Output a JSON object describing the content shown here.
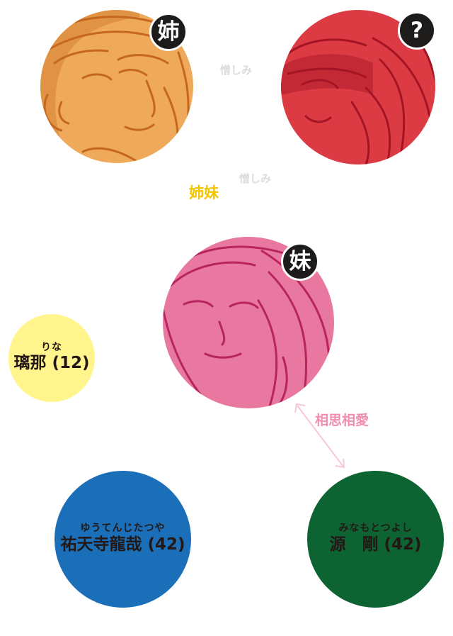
{
  "relationship_labels": {
    "hatred_top": "憎しみ",
    "hatred_middle": "憎しみ",
    "sisters": "姉妹",
    "mutual_love": "相思相愛"
  },
  "characters": {
    "elder_sister": {
      "badge": "姉",
      "color": "#eea95a",
      "line_color": "#c5681f"
    },
    "unknown_woman": {
      "badge": "?",
      "color": "#dd3b44",
      "line_color": "#a51424"
    },
    "younger_sister": {
      "badge": "妹",
      "color": "#e8789f",
      "line_color": "#b8245e"
    }
  },
  "people": {
    "rina": {
      "reading": "りな",
      "name": "璃那 (12)",
      "color": "#fff58c",
      "text_color": "#231815"
    },
    "yutenji": {
      "reading": "ゆうてんじたつや",
      "name": "祐天寺龍哉 (42)",
      "color": "#1b6fb8",
      "text_color": "#231815"
    },
    "minamoto": {
      "reading": "みなもとつよし",
      "name": "源　剛 (42)",
      "color": "#0d6332",
      "text_color": "#231815"
    }
  },
  "colors": {
    "hatred_label": "#dcdcdc",
    "sisters_label": "#f2c500",
    "love_label": "#f08fae",
    "love_arrow": "#f6c9d6"
  }
}
